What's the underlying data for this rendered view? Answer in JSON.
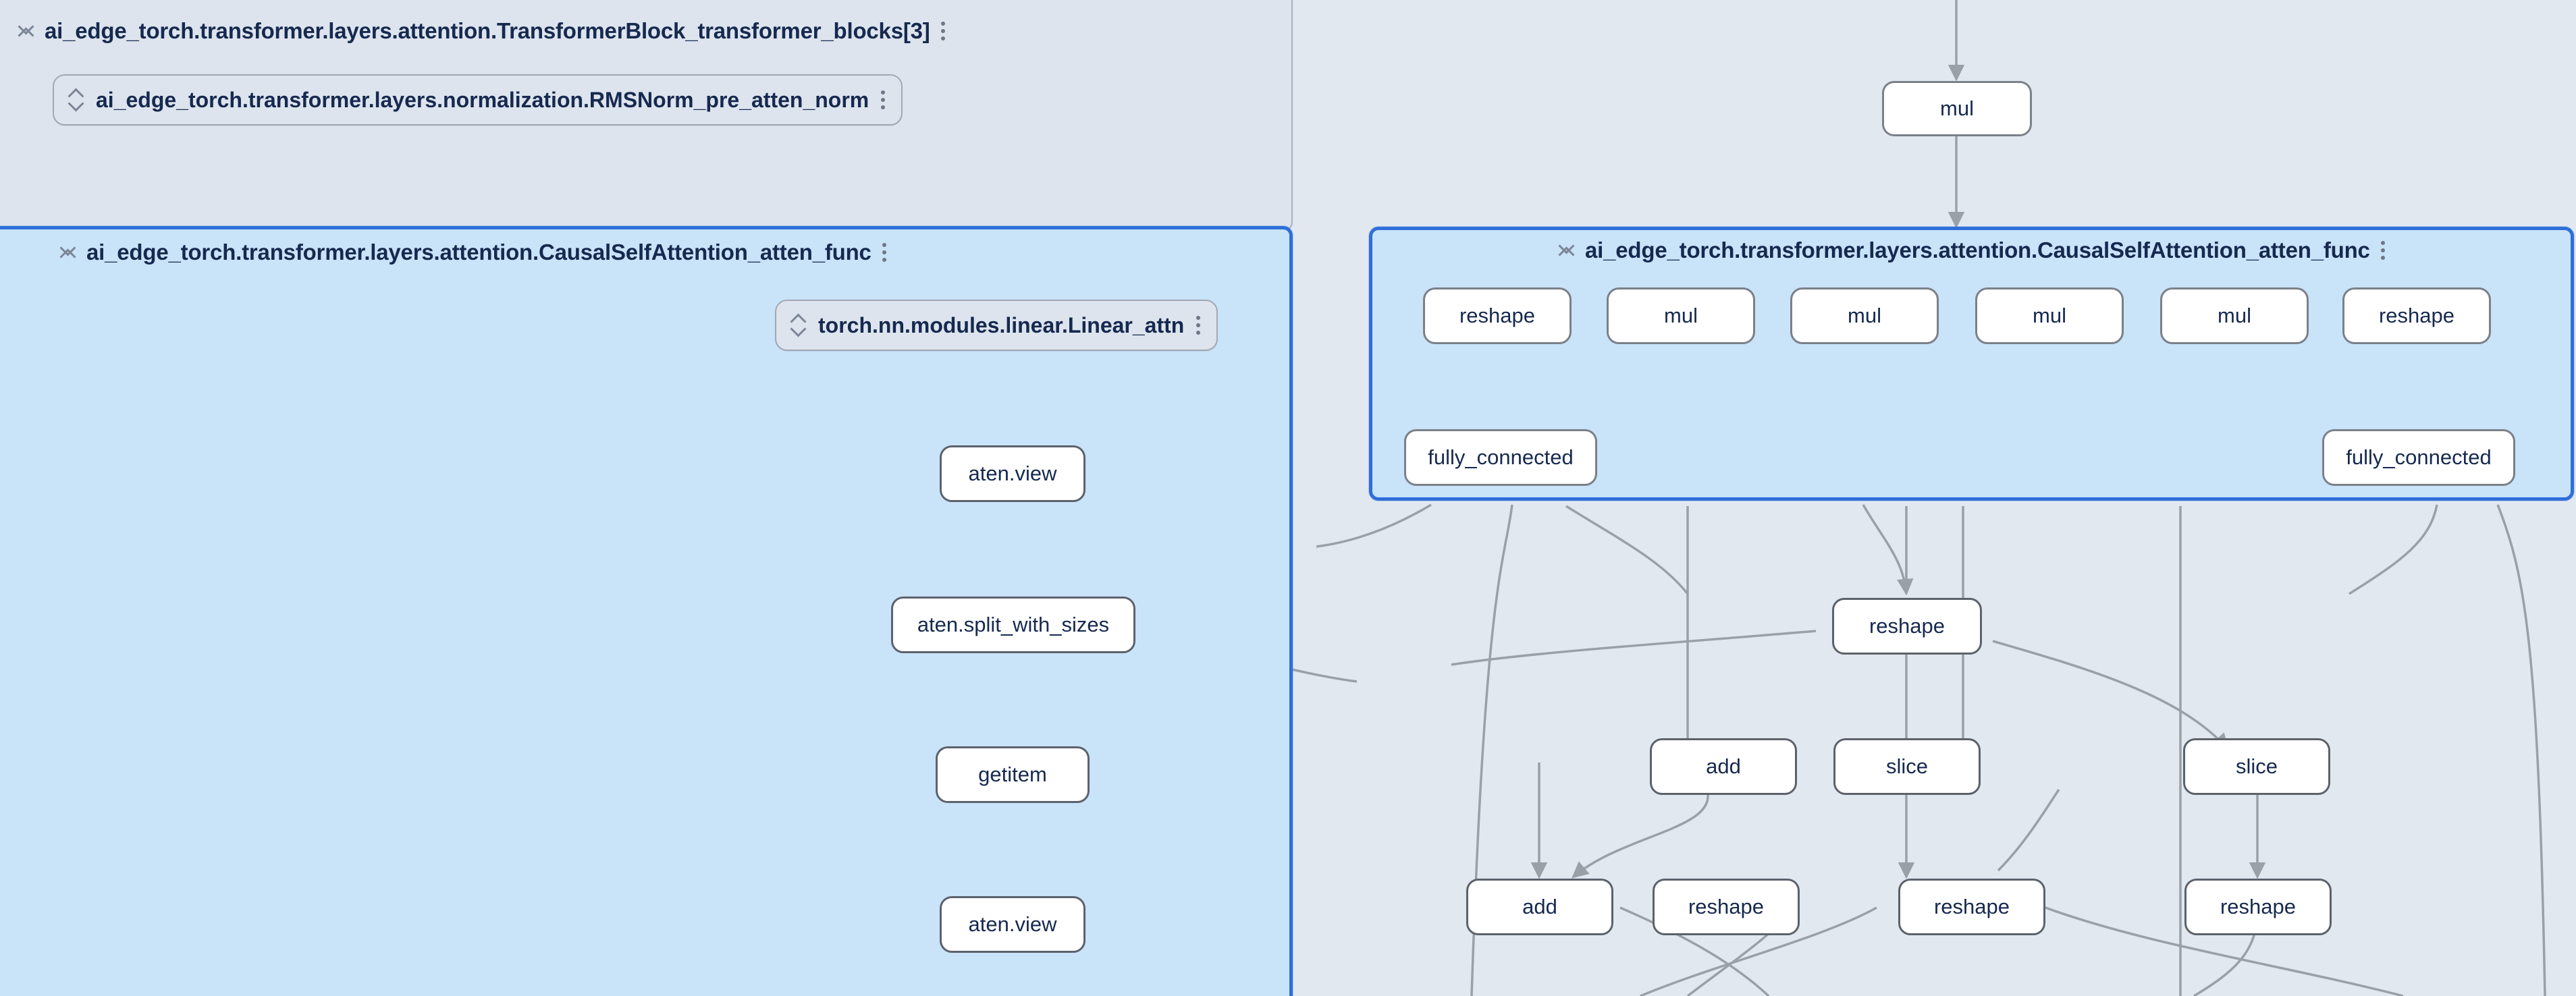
{
  "app": {
    "kind": "model-graph-explorer",
    "canvas_background": "#e2e8f0",
    "selected_group_fill": "#c9e3f9",
    "selected_group_border": "#2f6fd8",
    "plain_group_fill": "#dde4ee",
    "plain_group_border": "#a9b0bb",
    "node_fill": "#ffffff",
    "node_border": "#7b8089",
    "text_color": "#16294f",
    "edge_color": "#9aa0a8"
  },
  "groups": [
    {
      "id": "transformer-block",
      "title": "ai_edge_torch.transformer.layers.attention.TransformerBlock_transformer_blocks[3]",
      "state": "expanded",
      "selected": false,
      "collapse_icon": "collapse-icon",
      "menu_icon": "kebab-menu-icon"
    },
    {
      "id": "causal-self-attention-left",
      "title": "ai_edge_torch.transformer.layers.attention.CausalSelfAttention_atten_func",
      "state": "expanded",
      "selected": true,
      "collapse_icon": "collapse-icon",
      "menu_icon": "kebab-menu-icon"
    },
    {
      "id": "causal-self-attention-right",
      "title": "ai_edge_torch.transformer.layers.attention.CausalSelfAttention_atten_func",
      "state": "expanded",
      "selected": true,
      "collapse_icon": "collapse-icon",
      "menu_icon": "kebab-menu-icon"
    }
  ],
  "module_pills": [
    {
      "id": "rmsnorm-pre-atten",
      "title": "ai_edge_torch.transformer.layers.normalization.RMSNorm_pre_atten_norm",
      "state": "collapsed",
      "expand_icon": "expand-collapse-icon",
      "menu_icon": "kebab-menu-icon"
    },
    {
      "id": "linear-attn",
      "title": "torch.nn.modules.linear.Linear_attn",
      "state": "collapsed",
      "expand_icon": "expand-collapse-icon",
      "menu_icon": "kebab-menu-icon"
    }
  ],
  "nodes": [
    {
      "id": "n-mul-top",
      "label": "mul"
    },
    {
      "id": "n-reshape-r1",
      "label": "reshape"
    },
    {
      "id": "n-mul-r1",
      "label": "mul"
    },
    {
      "id": "n-mul-r2",
      "label": "mul"
    },
    {
      "id": "n-mul-r3",
      "label": "mul"
    },
    {
      "id": "n-mul-r4",
      "label": "mul"
    },
    {
      "id": "n-reshape-r2",
      "label": "reshape"
    },
    {
      "id": "n-fc-left",
      "label": "fully_connected"
    },
    {
      "id": "n-fc-right",
      "label": "fully_connected"
    },
    {
      "id": "n-atenview-1",
      "label": "aten.view"
    },
    {
      "id": "n-split",
      "label": "aten.split_with_sizes"
    },
    {
      "id": "n-getitem",
      "label": "getitem"
    },
    {
      "id": "n-atenview-2",
      "label": "aten.view"
    },
    {
      "id": "n-reshape-mid",
      "label": "reshape"
    },
    {
      "id": "n-add-1",
      "label": "add"
    },
    {
      "id": "n-slice-1",
      "label": "slice"
    },
    {
      "id": "n-slice-2",
      "label": "slice"
    },
    {
      "id": "n-add-2",
      "label": "add"
    },
    {
      "id": "n-reshape-b1",
      "label": "reshape"
    },
    {
      "id": "n-reshape-b2",
      "label": "reshape"
    },
    {
      "id": "n-reshape-b3",
      "label": "reshape"
    }
  ]
}
